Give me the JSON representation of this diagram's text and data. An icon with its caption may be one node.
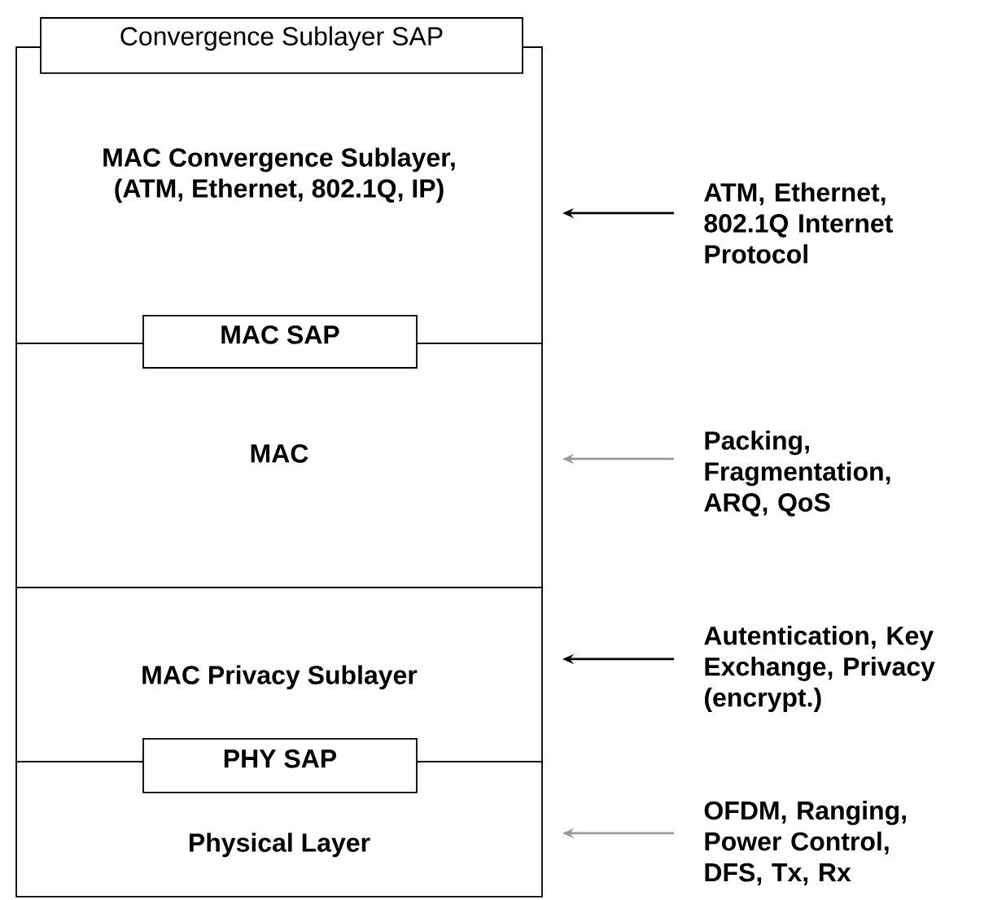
{
  "diagram": {
    "nodes": [
      {
        "text": [
          "Convergence Sublayer SAP"
        ]
      },
      {
        "text": [
          "MAC Convergence Sublayer, (ATM, Ethernet, 802.1Q, IP)"
        ]
      },
      {
        "text": [
          "MAC SAP"
        ]
      },
      {
        "text": [
          "MAC"
        ]
      },
      {
        "text": [
          "MAC Privacy Sublayer"
        ]
      },
      {
        "text": [
          "PHY SAP"
        ]
      },
      {
        "text": [
          "Physical Layer"
        ]
      },
      {
        "text": [
          "ATM, Ethernet, 802.1Q Internet Protocol"
        ]
      },
      {
        "text": [
          "Packing, Fragmentation, ARQ, QoS"
        ]
      },
      {
        "text": [
          "Autentication, Key Exchange, Privacy (encrypt.)"
        ]
      },
      {
        "text": [
          "OFDM, Ranging, Power Control, DFS, Tx, Rx"
        ]
      }
    ],
    "edges": [
      {
        "from": 7,
        "to": 1,
        "arrow": "to"
      },
      {
        "from": 8,
        "to": 3,
        "arrow": "to",
        "color": "#999999"
      },
      {
        "from": 9,
        "to": 4,
        "arrow": "to"
      },
      {
        "from": 10,
        "to": 6,
        "arrow": "to",
        "color": "#999999"
      }
    ]
  }
}
